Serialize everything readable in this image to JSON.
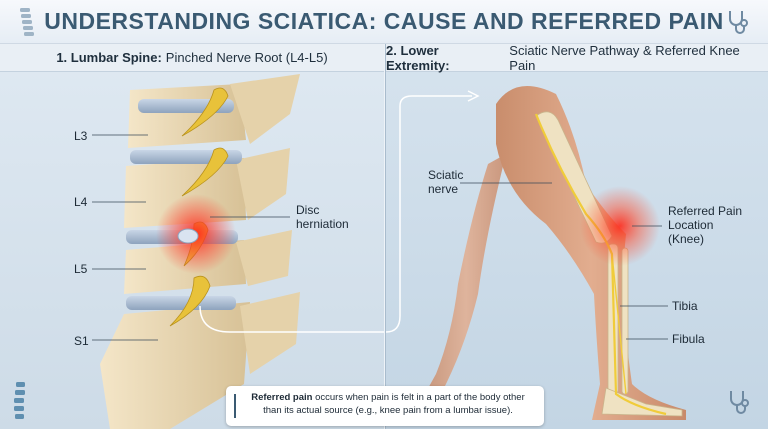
{
  "title": "UNDERSTANDING SCIATICA: CAUSE AND REFERRED PAIN",
  "left_panel": {
    "number": "1. Lumbar Spine:",
    "subtitle": "Pinched Nerve Root (L4-L5)",
    "labels": {
      "l3": "L3",
      "l4": "L4",
      "l5": "L5",
      "s1": "S1",
      "disc_line1": "Disc",
      "disc_line2": "herniation"
    }
  },
  "right_panel": {
    "number": "2. Lower Extremity:",
    "subtitle": "Sciatic Nerve Pathway & Referred Knee Pain",
    "labels": {
      "sciatic_line1": "Sciatic",
      "sciatic_line2": "nerve",
      "pain_line1": "Referred Pain",
      "pain_line2": "Location",
      "pain_line3": "(Knee)",
      "tibia": "Tibia",
      "fibula": "Fibula"
    }
  },
  "caption": {
    "bold": "Referred pain",
    "rest": " occurs when pain is felt in a part of the body other than its actual source (e.g., knee pain from a lumbar issue)."
  },
  "icons": {
    "top_left": "spine-icon",
    "top_right": "stethoscope-icon",
    "bottom_left": "spine-icon",
    "bottom_right": "stethoscope-icon"
  },
  "colors": {
    "title": "#3a5a72",
    "bone": "#e8d6b0",
    "nerve": "#e8c23a",
    "pain": "#ff2a1a",
    "skin": "#d9a284"
  }
}
